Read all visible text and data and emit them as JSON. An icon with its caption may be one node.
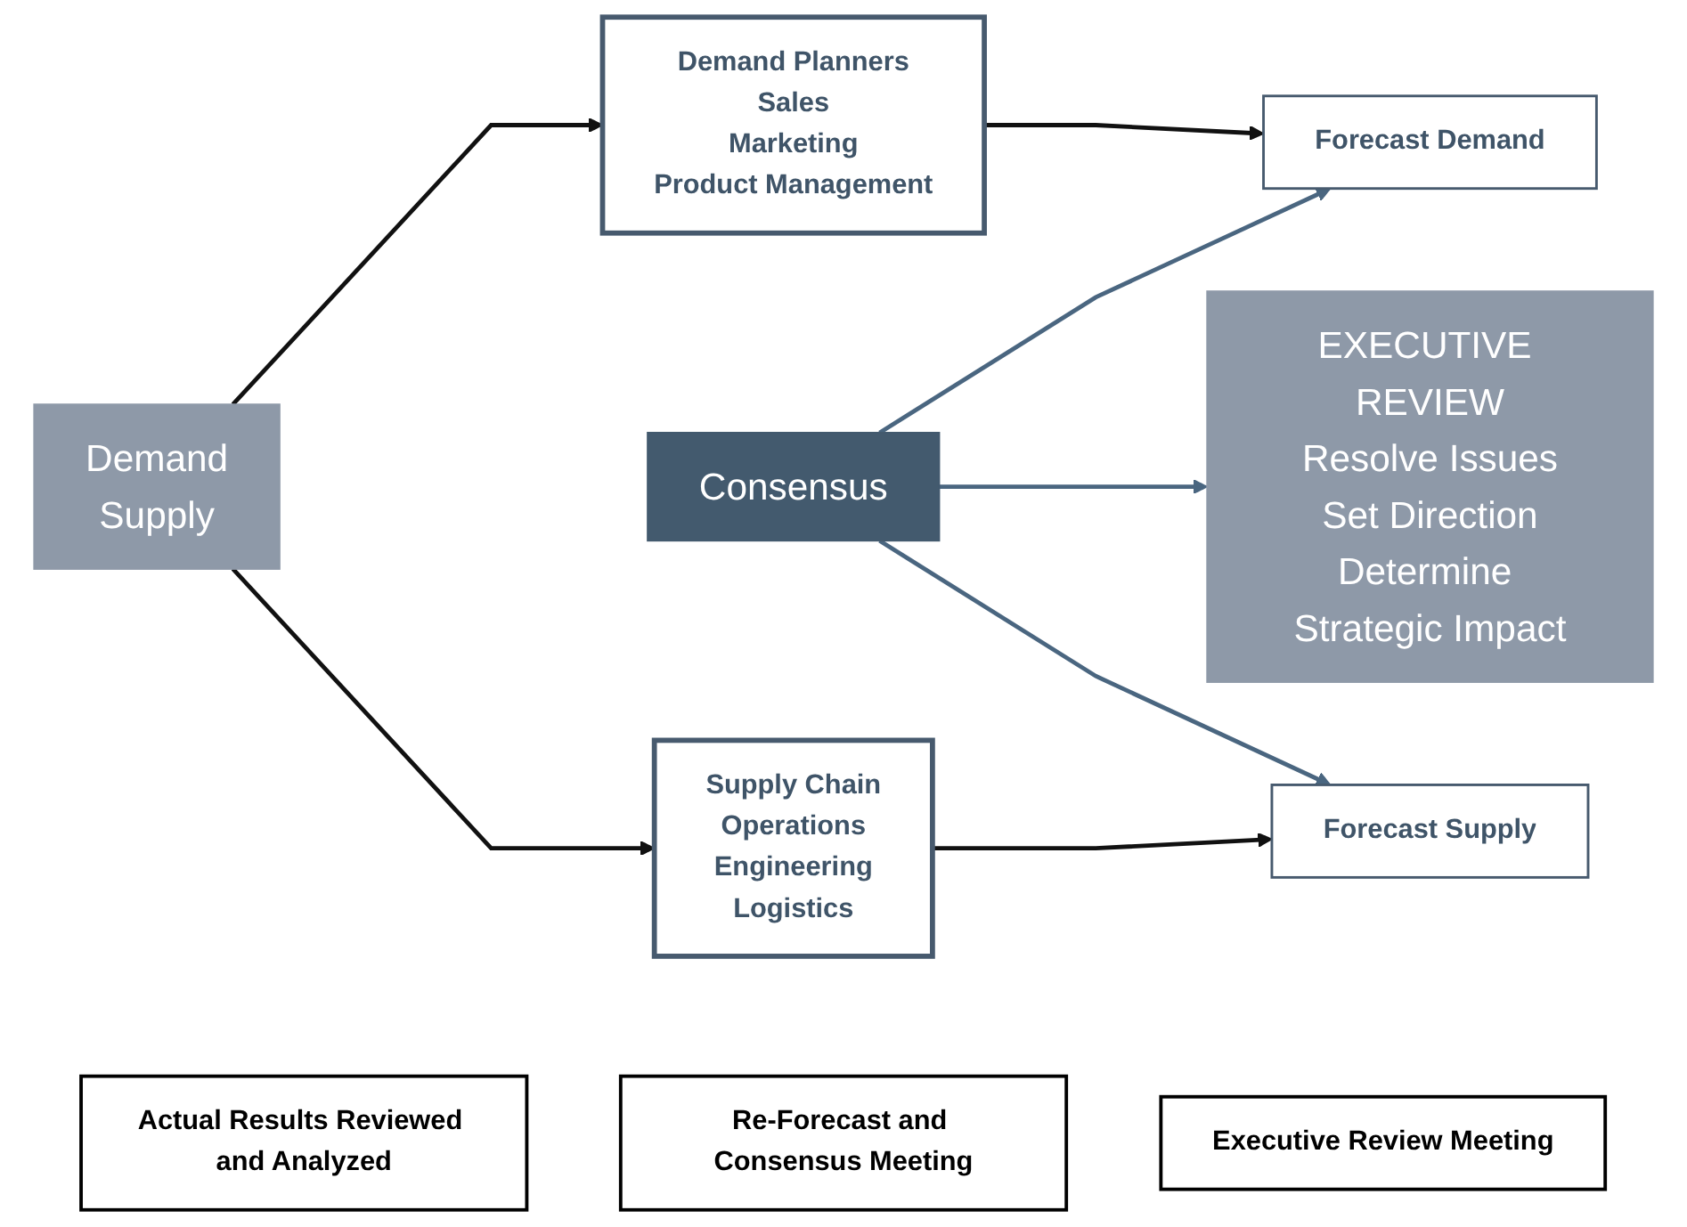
{
  "diagram": {
    "nodes": [
      {
        "text": [
          "Demand",
          "Supply"
        ]
      },
      {
        "text": [
          "Demand Planners",
          "Sales",
          "Marketing",
          "Product Management"
        ]
      },
      {
        "text": [
          "Forecast Demand"
        ]
      },
      {
        "text": [
          "Consensus"
        ]
      },
      {
        "text": [
          "EXECUTIVE REVIEW",
          "Resolve Issues",
          "Set Direction",
          "Determine Strategic Impact"
        ]
      },
      {
        "text": [
          "Forecast Supply"
        ]
      },
      {
        "text": [
          "Supply Chain",
          "Operations",
          "Engineering",
          "Logistics"
        ]
      },
      {
        "text": [
          "Actual Results Reviewed and Analyzed"
        ]
      },
      {
        "text": [
          "Re-Forecast and Consensus Meeting"
        ]
      },
      {
        "text": [
          "Executive Review Meeting"
        ]
      }
    ],
    "edges": [
      {
        "from": 0,
        "to": 1,
        "arrow": "to"
      },
      {
        "from": 1,
        "to": 2,
        "arrow": "to"
      },
      {
        "from": 3,
        "to": 2,
        "arrow": "to",
        "color": "#4a6680"
      },
      {
        "from": 3,
        "to": 4,
        "arrow": "to",
        "color": "#4a6680"
      },
      {
        "from": 3,
        "to": 5,
        "arrow": "to",
        "color": "#4a6680"
      },
      {
        "from": 0,
        "to": 6,
        "arrow": "to"
      },
      {
        "from": 6,
        "to": 5,
        "arrow": "to"
      }
    ]
  }
}
